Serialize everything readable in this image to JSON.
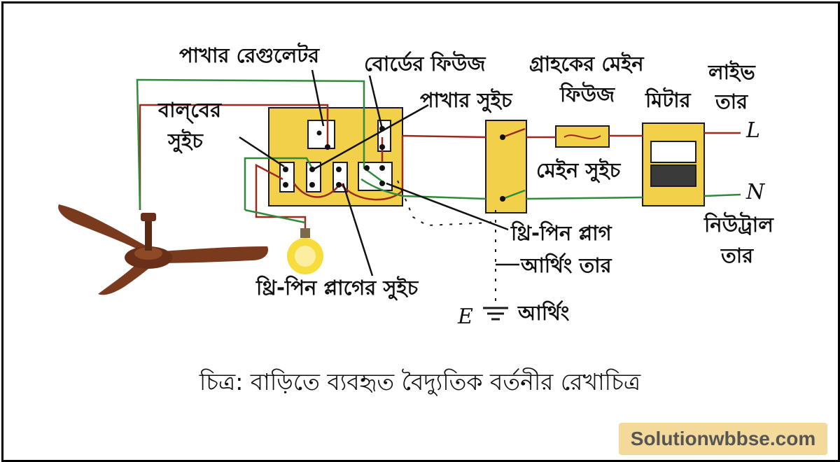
{
  "labels": {
    "fan_regulator": "পাখার রেগুলেটর",
    "board_fuse": "বোর্ডের ফিউজ",
    "consumer_main_fuse_line1": "গ্রাহকের মেইন",
    "consumer_main_fuse_line2": "ফিউজ",
    "live_wire_line1": "লাইভ",
    "live_wire_line2": "তার",
    "bulb_switch_line1": "বাল্‌বের",
    "bulb_switch_line2": "সুইচ",
    "fan_switch": "পাখার সুইচ",
    "meter": "মিটার",
    "live_symbol": "L",
    "neutral_symbol": "N",
    "main_switch": "মেইন সুইচ",
    "three_pin_plug": "থ্রি-পিন প্লাগ",
    "neutral_wire_line1": "নিউট্রাল",
    "neutral_wire_line2": "তার",
    "earthing_wire": "আর্থিং তার",
    "three_pin_plug_switch": "থ্রি-পিন প্লাগের সুইচ",
    "earth_symbol": "E",
    "earthing": "আর্থিং"
  },
  "caption": "চিত্র: বাড়িতে ব্যবহৃত বৈদ্যুতিক বর্তনীর রেখাচিত্র",
  "watermark": "Solutionwbbse.com",
  "colors": {
    "board_fill": "#f2d04a",
    "live_wire": "#9a2a1c",
    "neutral_wire": "#2f8a3c",
    "earth_wire": "#1a1a1a",
    "fan": "#7a3a1e",
    "bulb": "#f6dc3c",
    "watermark_bg": "#f3d99a"
  }
}
